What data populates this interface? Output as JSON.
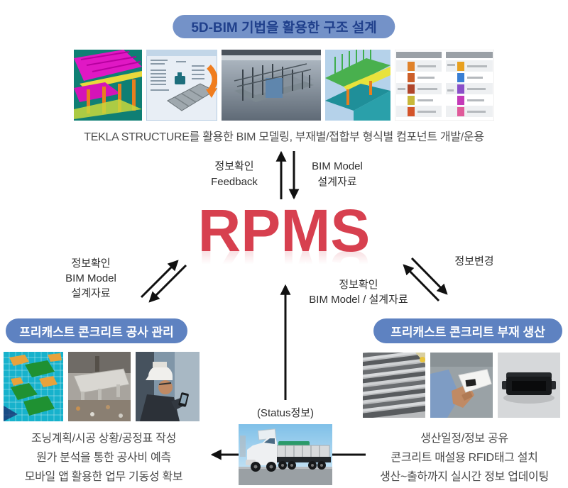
{
  "colors": {
    "banner_top_bg": "#7492c8",
    "banner_top_text": "#20408c",
    "banner_side_bg": "#5e82c1",
    "banner_side_text": "#ffffff",
    "rpms_red": "#d7404f",
    "arrow": "#111111",
    "body_text": "#4a4a4a"
  },
  "top": {
    "banner": "5D-BIM 기법을 활용한 구조 설계",
    "caption": "TEKLA STRUCTURE를 활용한 BIM 모델링, 부재별/접합부 형식별 컴포넌트 개발/운용",
    "images": [
      "bim-structure-model",
      "component-design-dialog",
      "tekla-3d-rebar-view",
      "bim-deck-model",
      "component-catalog"
    ]
  },
  "design_exchange": {
    "left_line1": "정보확인",
    "left_line2": "Feedback",
    "right_line1": "BIM Model",
    "right_line2": "설계자료"
  },
  "hub": {
    "title": "RPMS"
  },
  "construction_exchange": {
    "line1": "정보확인",
    "line2": "BIM Model",
    "line3": "설계자료"
  },
  "production_exchange": {
    "change_label": "정보변경",
    "line1": "정보확인",
    "line2": "BIM Model / 설계자료"
  },
  "construction": {
    "banner": "프리캐스트 콘크리트 공사 관리",
    "images": [
      "zoning-plan-map",
      "construction-site-photo",
      "worker-mobile-app-photo"
    ],
    "bullets": [
      "조닝계획/시공 상황/공정표 작성",
      "원가 분석을 통한 공사비 예측",
      "모바일 앱 활용한 업무 기동성 확보"
    ]
  },
  "production": {
    "banner": "프리캐스트 콘크리트 부재 생산",
    "images": [
      "precast-panels-photo",
      "rfid-tag-hand-photo",
      "rfid-reader-device-photo"
    ],
    "bullets": [
      "생산일정/정보 공유",
      "콘크리트 매설용 RFID태그 설치",
      "생산~출하까지 실시간 정보 업데이팅"
    ]
  },
  "logistics": {
    "status_label": "(Status정보)",
    "image": "delivery-truck-photo"
  }
}
